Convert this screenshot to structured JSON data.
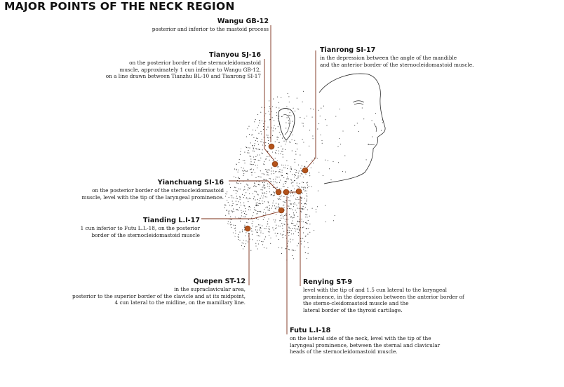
{
  "title": "MAJOR POINTS OF THE NECK REGION",
  "colors": {
    "point": "#b3531b",
    "point_edge": "#7a3510",
    "line": "#7a2c16",
    "stipple": "#222222"
  },
  "points": [
    {
      "name": "Wangu GB-12",
      "lines": [
        "posterior and inferior to the mastoid process"
      ]
    },
    {
      "name": "Tianyou SJ-16",
      "lines": [
        "on the posterior border of the sternocleidomastoid",
        "muscle, approximately 1 cun inferior to Wangu GB-12,",
        "on a line drawn between Tianzhu BL-10 and Tianrong SI-17"
      ]
    },
    {
      "name": "Tianrong SI-17",
      "lines": [
        "in the depression between the angle of the mandible",
        "and the anterior border of the sternocleidomastoid muscle."
      ]
    },
    {
      "name": "Yianchuang SI-16",
      "lines": [
        "on the posterior border of the sternocleidomastoid",
        "muscle, level with the tip of the laryngeal prominence."
      ]
    },
    {
      "name": "Tianding L.I-17",
      "lines": [
        "1 cun inferior to Futu L.I.-18, on the posterior",
        "border of the sternocleidomastoid muscle"
      ]
    },
    {
      "name": "Quepen ST-12",
      "lines": [
        "in the supraclavicular area,",
        "posterior to the superior border of the clavicle and at its midpoint,",
        "4 cun lateral to the midline, on the mamillary line."
      ]
    },
    {
      "name": "Renying ST-9",
      "lines": [
        "level with the tip of and 1.5 cun lateral to the laryngeal",
        "prominence, in the depression between the anterior border of",
        "the sterno-cleidomastoid muscle and the",
        "lateral border of the thyroid cartilage."
      ]
    },
    {
      "name": "Futu L.I-18",
      "lines": [
        "on the lateral side of the neck, level with the tip of the",
        "laryngeal prominence, between the sternal and clavicular",
        "heads of the sternocleidomastoid muscle."
      ]
    }
  ]
}
